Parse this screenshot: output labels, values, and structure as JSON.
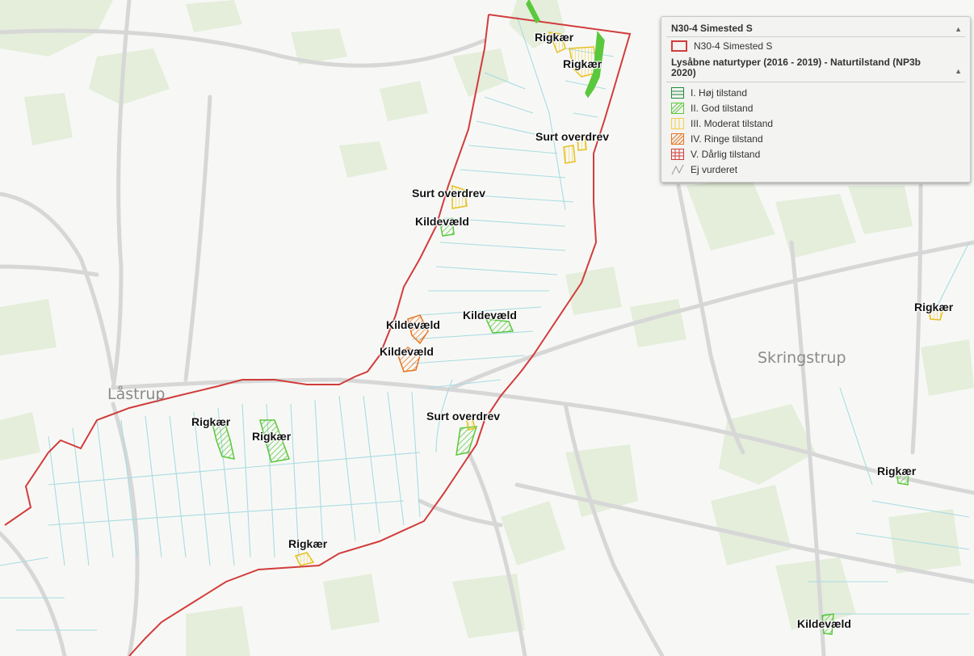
{
  "map": {
    "places": {
      "lastrup": "Låstrup",
      "skringstrup": "Skringstrup"
    },
    "labels": [
      {
        "id": "rigkaer-1",
        "text": "Rigkær"
      },
      {
        "id": "rigkaer-2",
        "text": "Rigkær"
      },
      {
        "id": "surt-overdrev-1",
        "text": "Surt overdrev"
      },
      {
        "id": "surt-overdrev-2",
        "text": "Surt overdrev"
      },
      {
        "id": "kildevaeld-1",
        "text": "Kildevæld"
      },
      {
        "id": "kildevaeld-2",
        "text": "Kildevæld"
      },
      {
        "id": "kildevaeld-3",
        "text": "Kildevæld"
      },
      {
        "id": "kildevaeld-4",
        "text": "Kildevæld"
      },
      {
        "id": "surt-overdrev-3",
        "text": "Surt overdrev"
      },
      {
        "id": "rigkaer-3",
        "text": "Rigkær"
      },
      {
        "id": "rigkaer-4",
        "text": "Rigkær"
      },
      {
        "id": "rigkaer-5",
        "text": "Rigkær"
      },
      {
        "id": "rigkaer-6",
        "text": "Rigkær"
      },
      {
        "id": "rigkaer-7",
        "text": "Rigkær"
      },
      {
        "id": "kildevaeld-5",
        "text": "Kildevæld"
      }
    ]
  },
  "legend": {
    "group1": {
      "title": "N30-4 Simested S",
      "items": [
        {
          "label": "N30-4 Simested S",
          "color": "#d23c3c"
        }
      ]
    },
    "group2": {
      "title": "Lysåbne naturtyper (2016 - 2019) - Naturtilstand (NP3b 2020)",
      "items": [
        {
          "label": "I. Høj tilstand",
          "color": "#1e8a3c",
          "pattern": "horizontal"
        },
        {
          "label": "II. God tilstand",
          "color": "#5ac83c",
          "pattern": "diagonal"
        },
        {
          "label": "III. Moderat tilstand",
          "color": "#f0d24a",
          "pattern": "vertical"
        },
        {
          "label": "IV. Ringe tilstand",
          "color": "#e8731e",
          "pattern": "diagonal"
        },
        {
          "label": "V. Dårlig tilstand",
          "color": "#d23c3c",
          "pattern": "grid"
        },
        {
          "label": "Ej vurderet",
          "color": "#9a9a9a",
          "pattern": "line"
        }
      ]
    }
  }
}
